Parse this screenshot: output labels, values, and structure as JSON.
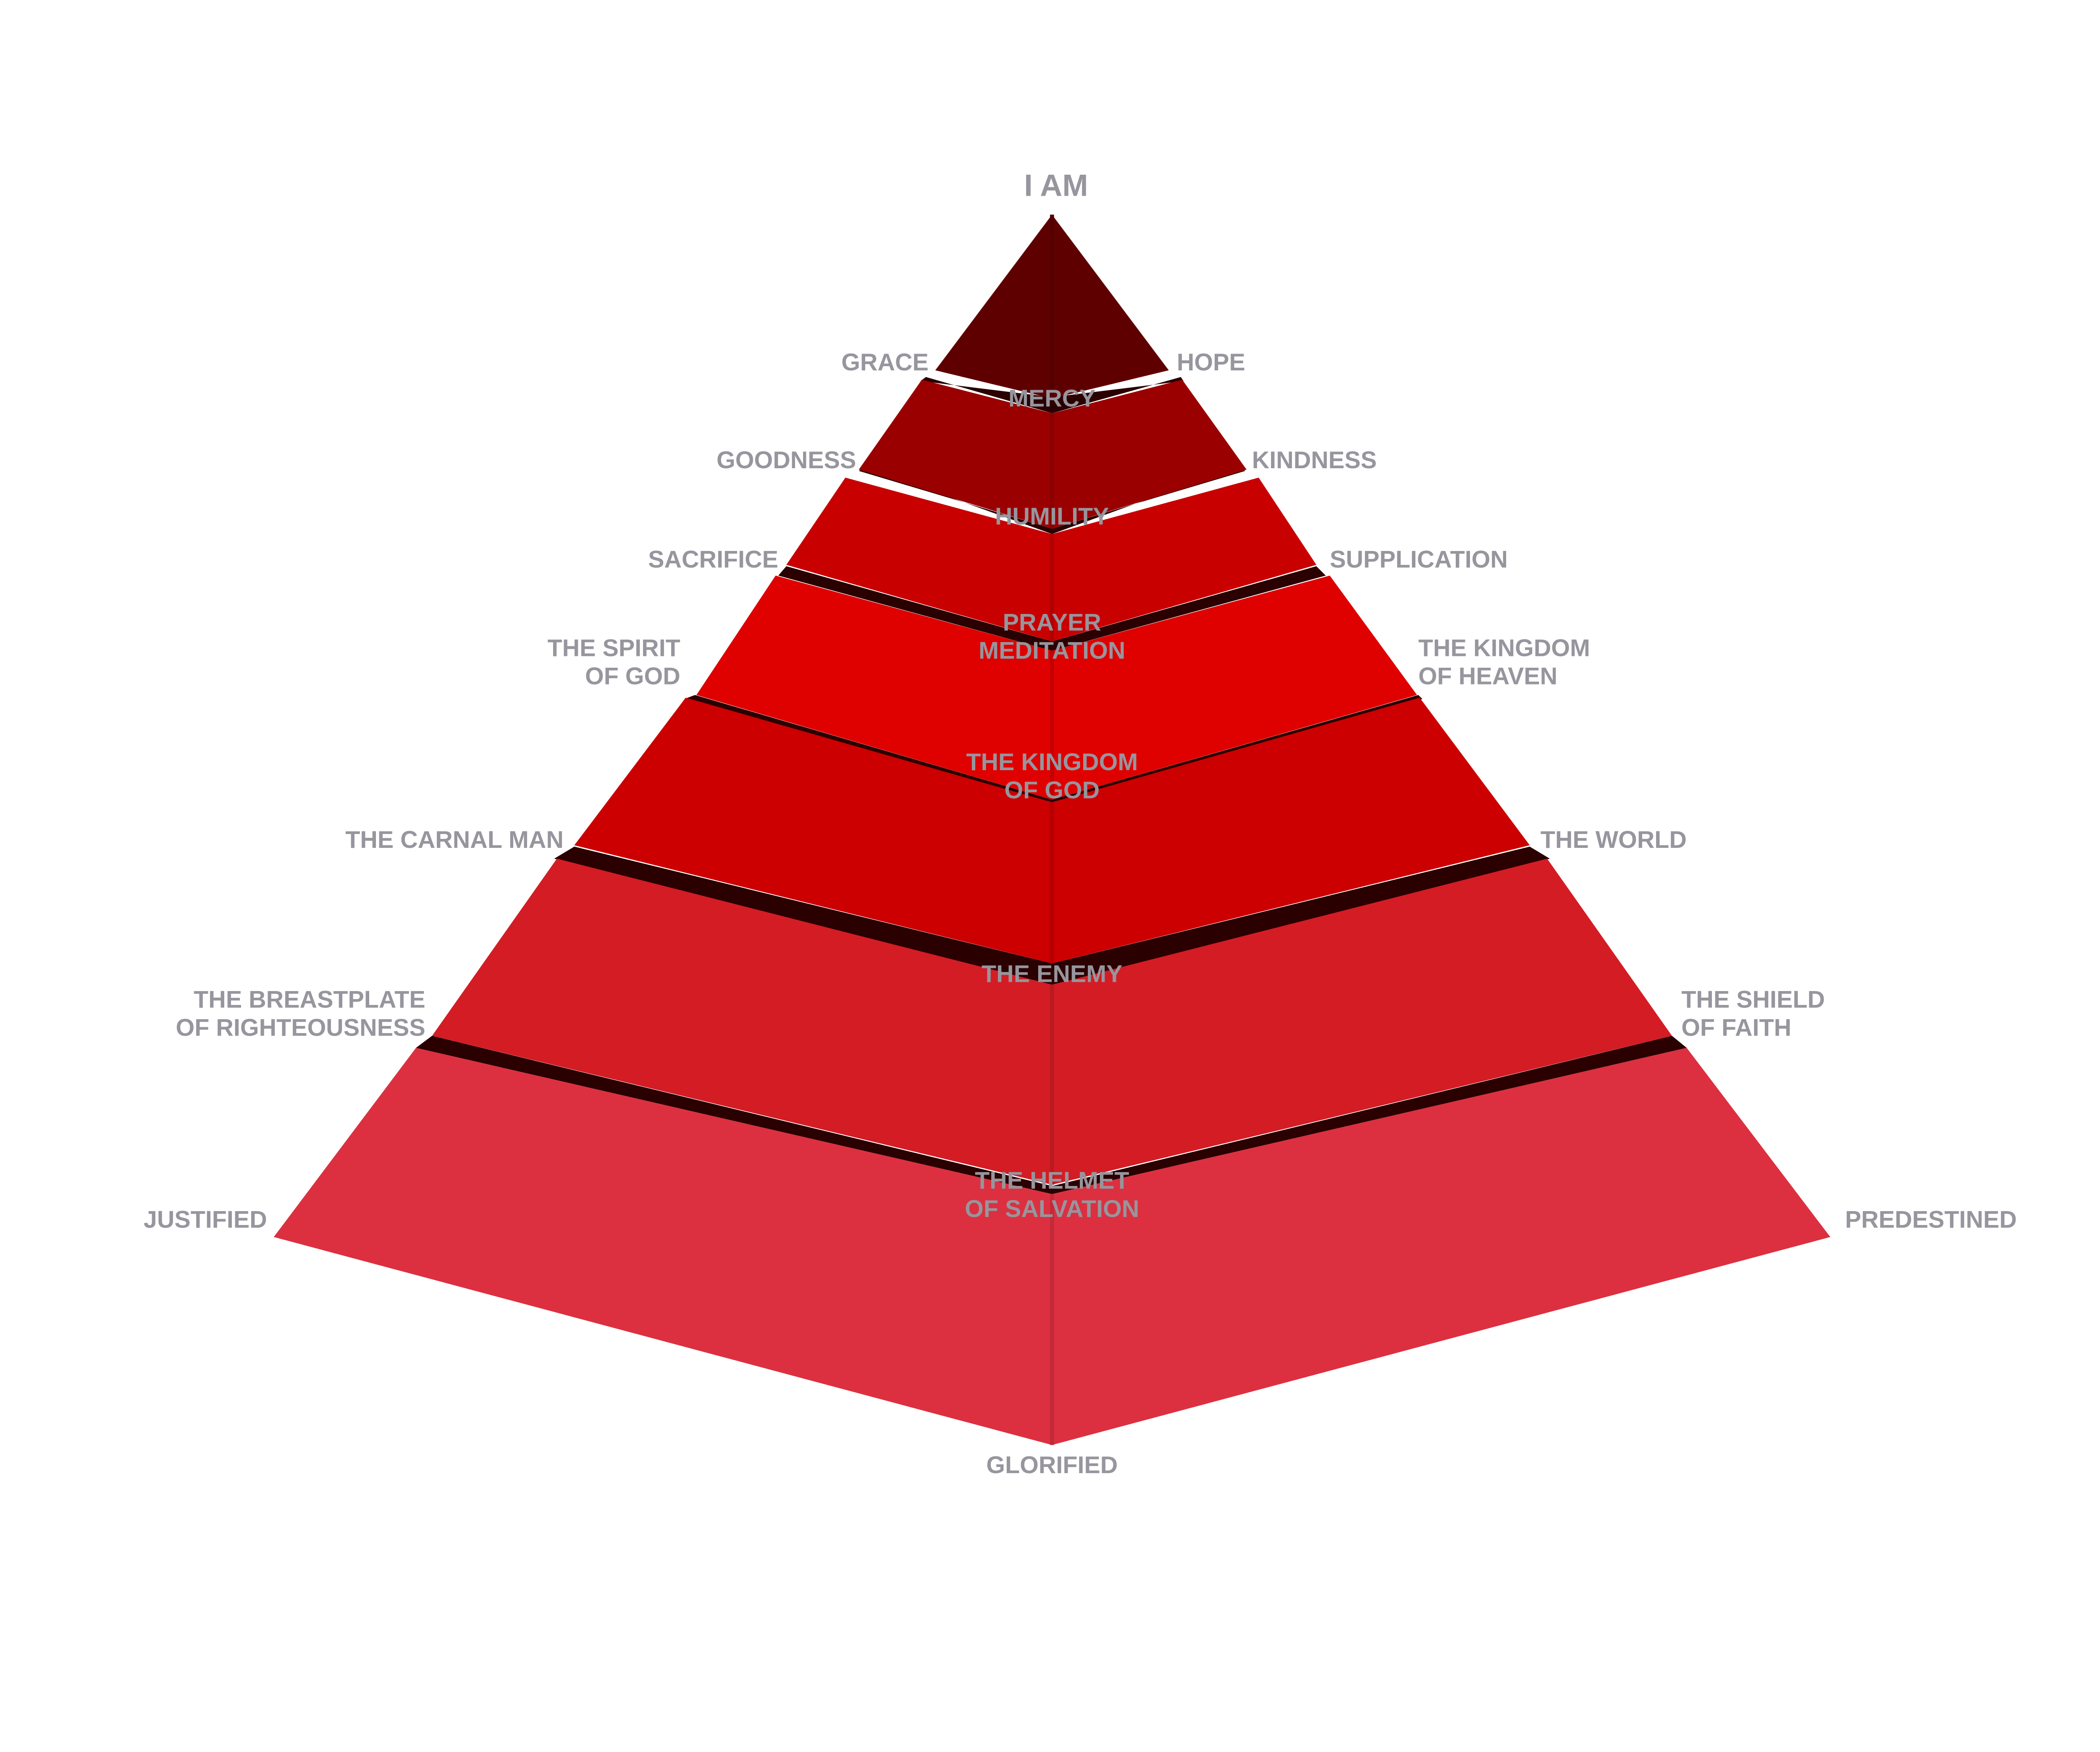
{
  "diagram": {
    "apex_label": "I AM",
    "bottom_label": "GLORIFIED",
    "tiers": [
      {
        "center_label": [
          "MERCY"
        ],
        "left_label": [
          "GRACE"
        ],
        "right_label": [
          "HOPE"
        ],
        "color": "#5e0000"
      },
      {
        "center_label": [
          "HUMILITY"
        ],
        "left_label": [
          "GOODNESS"
        ],
        "right_label": [
          "KINDNESS"
        ],
        "color": "#9a0000"
      },
      {
        "center_label": [
          "PRAYER",
          "MEDITATION"
        ],
        "left_label": [
          "SACRIFICE"
        ],
        "right_label": [
          "SUPPLICATION"
        ],
        "color": "#c90000"
      },
      {
        "center_label": [
          "THE KINGDOM",
          "OF GOD"
        ],
        "left_label": [
          "THE SPIRIT",
          "OF GOD"
        ],
        "right_label": [
          "THE KINGDOM",
          "OF HEAVEN"
        ],
        "color": "#df0000"
      },
      {
        "center_label": [
          "THE ENEMY"
        ],
        "left_label": [
          "THE CARNAL MAN"
        ],
        "right_label": [
          "THE WORLD"
        ],
        "color": "#cc0000"
      },
      {
        "center_label": [
          "THE HELMET",
          "OF SALVATION"
        ],
        "left_label": [
          "THE BREASTPLATE",
          "OF RIGHTEOUSNESS"
        ],
        "right_label": [
          "THE SHIELD",
          "OF FAITH"
        ],
        "color": "#d41c24"
      },
      {
        "center_label": [],
        "left_label": [
          "JUSTIFIED"
        ],
        "right_label": [
          "PREDESTINED"
        ],
        "color": "#dc3040"
      }
    ],
    "colors": {
      "label_text": "#97959d",
      "gap_shadow": "#2a0000",
      "background": "#ffffff"
    }
  }
}
